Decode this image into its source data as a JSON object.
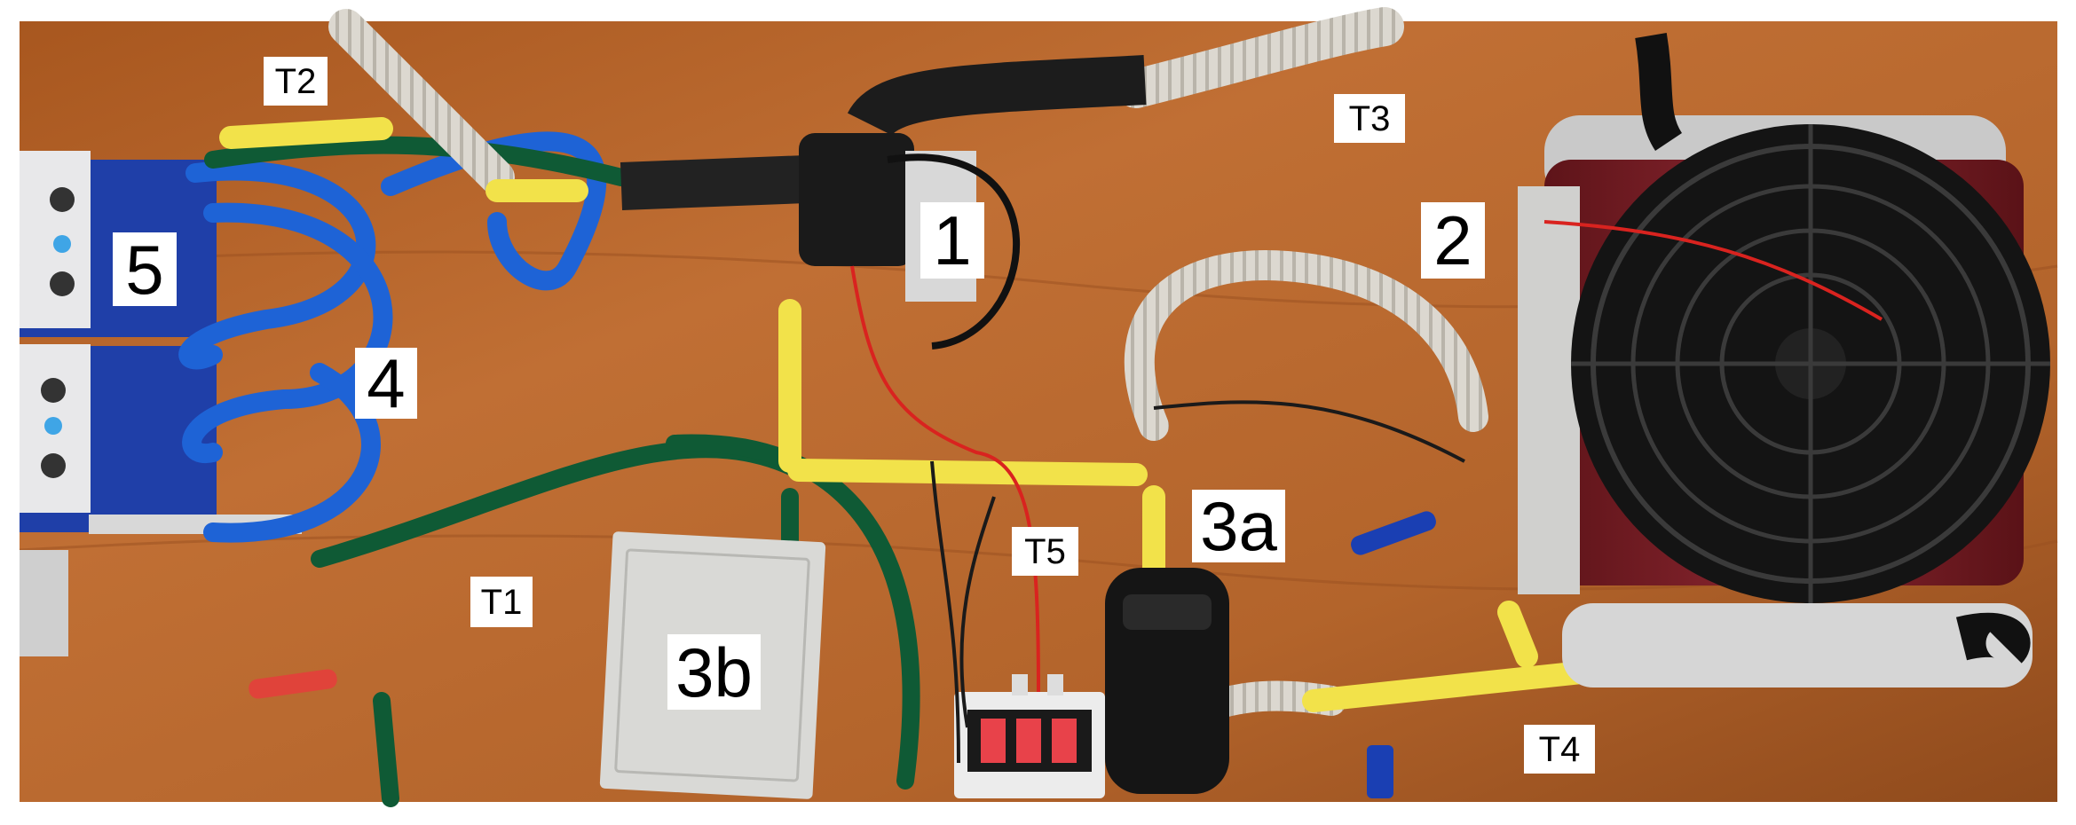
{
  "labels": {
    "l1": "1",
    "l2": "2",
    "l3a": "3a",
    "l3b": "3b",
    "l4": "4",
    "l5": "5",
    "t1": "T1",
    "t2": "T2",
    "t3": "T3",
    "t4": "T4",
    "t5": "T5"
  },
  "colors": {
    "board": "#b5652c",
    "board_dark": "#8a4518",
    "pipe_yellow": "#f2e24a",
    "pipe_blue": "#1e63d6",
    "pipe_green": "#0f5a35",
    "pipe_corrugated": "#d9d6cf",
    "battery_blue": "#1f3fa8",
    "radiator_red": "#7a1c22",
    "fan_black": "#141414"
  }
}
